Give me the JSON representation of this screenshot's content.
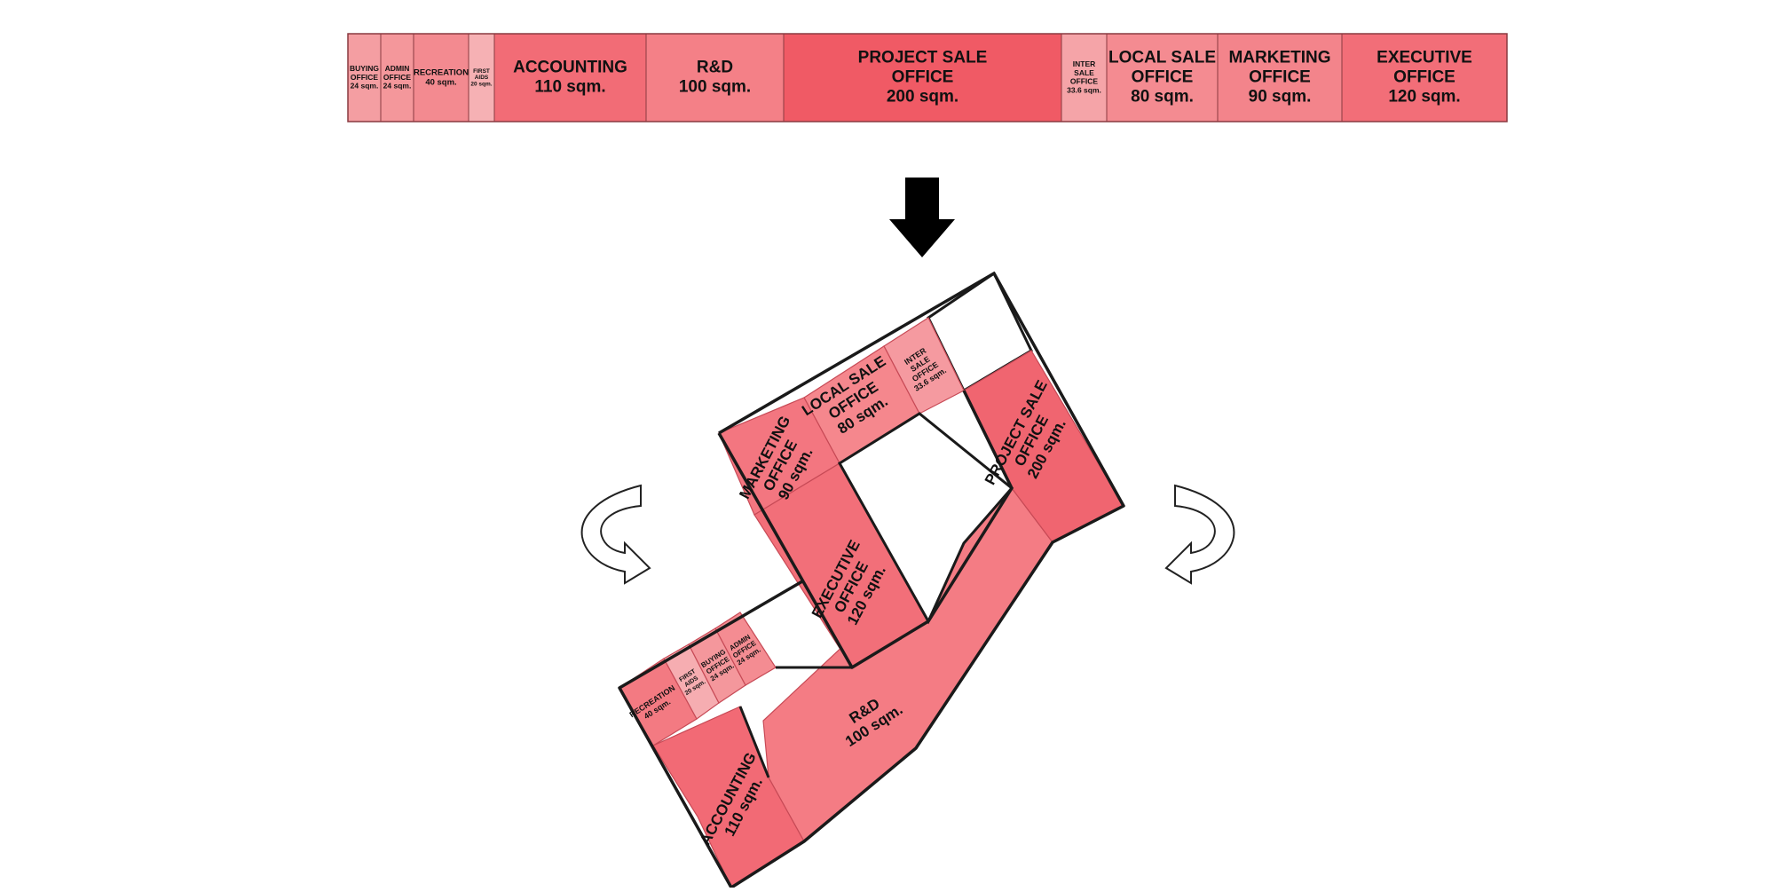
{
  "strip": {
    "cells": [
      {
        "key": "buying",
        "lines": [
          "BUYING",
          "OFFICE",
          "24 sqm."
        ],
        "color": "#f49ea2"
      },
      {
        "key": "admin",
        "lines": [
          "ADMIN",
          "OFFICE",
          "24 sqm."
        ],
        "color": "#f4979b"
      },
      {
        "key": "recreation",
        "lines": [
          "RECREATION",
          "40 sqm."
        ],
        "color": "#f38a90"
      },
      {
        "key": "firstaids",
        "lines": [
          "FIRST",
          "AIDS",
          "20 sqm."
        ],
        "color": "#f6b1b4"
      },
      {
        "key": "accounting",
        "lines": [
          "ACCOUNTING",
          "110 sqm."
        ],
        "color": "#f26c76"
      },
      {
        "key": "rd",
        "lines": [
          "R&D",
          "100 sqm."
        ],
        "color": "#f48087"
      },
      {
        "key": "projectsale",
        "lines": [
          "PROJECT SALE",
          "OFFICE",
          "200 sqm."
        ],
        "color": "#f05a65"
      },
      {
        "key": "intersale",
        "lines": [
          "INTER",
          "SALE",
          "OFFICE",
          "33.6 sqm."
        ],
        "color": "#f5a4a8"
      },
      {
        "key": "localsale",
        "lines": [
          "LOCAL SALE",
          "OFFICE",
          "80 sqm."
        ],
        "color": "#f48b91"
      },
      {
        "key": "marketing",
        "lines": [
          "MARKETING",
          "OFFICE",
          "90 sqm."
        ],
        "color": "#f3848b"
      },
      {
        "key": "executive",
        "lines": [
          "EXECUTIVE",
          "OFFICE",
          "120 sqm."
        ],
        "color": "#f26e78"
      }
    ]
  },
  "plan": {
    "fill_color": "#f47c84",
    "rooms": {
      "marketing": {
        "lines": [
          "MARKETING",
          "OFFICE",
          "90 sqm."
        ],
        "color": "#f37680"
      },
      "localsale": {
        "lines": [
          "LOCAL SALE",
          "OFFICE",
          "80 sqm."
        ],
        "color": "#f5878d"
      },
      "intersale": {
        "lines": [
          "INTER",
          "SALE",
          "OFFICE",
          "33.6 sqm."
        ],
        "color": "#f59aa0"
      },
      "projectsale": {
        "lines": [
          "PROJECT SALE",
          "OFFICE",
          "200 sqm."
        ],
        "color": "#f06570"
      },
      "executive": {
        "lines": [
          "EXECUTIVE",
          "OFFICE",
          "120 sqm."
        ],
        "color": "#f26f79"
      },
      "rd": {
        "lines": [
          "R&D",
          "100 sqm."
        ],
        "color": "#f47c84"
      },
      "recreation": {
        "lines": [
          "RECREATION",
          "40 sqm."
        ],
        "color": "#f37a82"
      },
      "firstaids": {
        "lines": [
          "FIRST",
          "AIDS",
          "20 sqm."
        ],
        "color": "#f6adb1"
      },
      "buying": {
        "lines": [
          "BUYING",
          "OFFICE",
          "24 sqm."
        ],
        "color": "#f4979c"
      },
      "admin": {
        "lines": [
          "ADMIN",
          "OFFICE",
          "24 sqm."
        ],
        "color": "#f48c92"
      },
      "accounting": {
        "lines": [
          "ACCOUNTING",
          "110 sqm."
        ],
        "color": "#f26a75"
      }
    }
  },
  "icons": {
    "down_arrow": "down-arrow-icon",
    "rotate_left": "rotate-counterclockwise-arrow-icon",
    "rotate_right": "rotate-clockwise-arrow-icon"
  },
  "colors": {
    "outline": "#1a1a1a",
    "strip_border": "#8a3a40"
  }
}
